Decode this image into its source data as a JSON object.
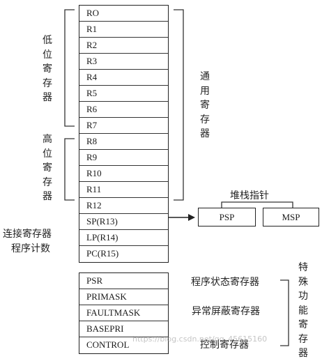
{
  "general_registers": [
    "RO",
    "R1",
    "R2",
    "R3",
    "R4",
    "R5",
    "R6",
    "R7",
    "R8",
    "R9",
    "R10",
    "R11",
    "R12",
    "SP(R13)",
    "LP(R14)",
    "PC(R15)"
  ],
  "special_registers": [
    "PSR",
    "PRIMASK",
    "FAULTMASK",
    "BASEPRI",
    "CONTROL"
  ],
  "labels": {
    "low_regs": "低位寄存器",
    "high_regs": "高位寄存器",
    "general_regs": "通用寄存器",
    "link_reg": "连接寄存器",
    "program_counter": "程序计数",
    "stack_pointer": "堆栈指针",
    "psr_label": "程序状态寄存器",
    "mask_label": "异常屏蔽寄存器",
    "control_label": "控制寄存器",
    "special_regs": "特殊功能寄存器"
  },
  "stack": {
    "psp": "PSP",
    "msp": "MSP"
  },
  "watermark": "https://blog.csdn.net/qq_45615160"
}
